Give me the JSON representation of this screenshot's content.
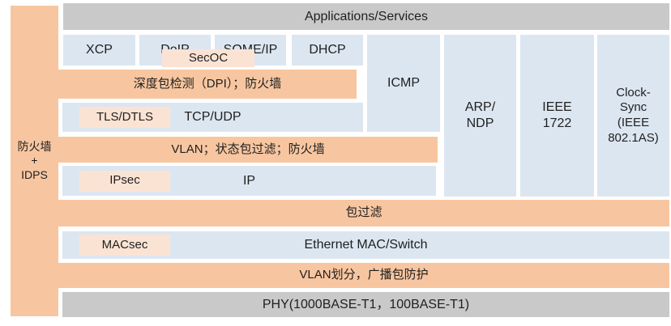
{
  "colors": {
    "orange": "#F7C6A0",
    "orange_light": "#FBE3D4",
    "blue": "#DCE6F1",
    "gray": "#C9C9C9",
    "text": "#1F1F1F"
  },
  "sidebar": {
    "label": "防火墙\n+\nIDPS"
  },
  "layers": {
    "applications": "Applications/Services",
    "xcp": "XCP",
    "doip": "DoIP",
    "someip": "SOME/IP",
    "dhcp": "DHCP",
    "secoc": "SecOC",
    "dpi": "深度包检测（DPI）；防火墙",
    "tls": "TLS/DTLS",
    "tcpudp": "TCP/UDP",
    "vlan_filter": "VLAN；状态包过滤；防火墙",
    "ipsec": "IPsec",
    "ip": "IP",
    "icmp": "ICMP",
    "arp_ndp": "ARP/\nNDP",
    "ieee1722": "IEEE\n1722",
    "clock_sync": "Clock-\nSync\n(IEEE\n802.1AS)",
    "packet_filter": "包过滤",
    "macsec": "MACsec",
    "ethernet": "Ethernet MAC/Switch",
    "vlan_division": "VLAN划分，广播包防护",
    "phy": "PHY(1000BASE-T1，100BASE-T1)"
  }
}
